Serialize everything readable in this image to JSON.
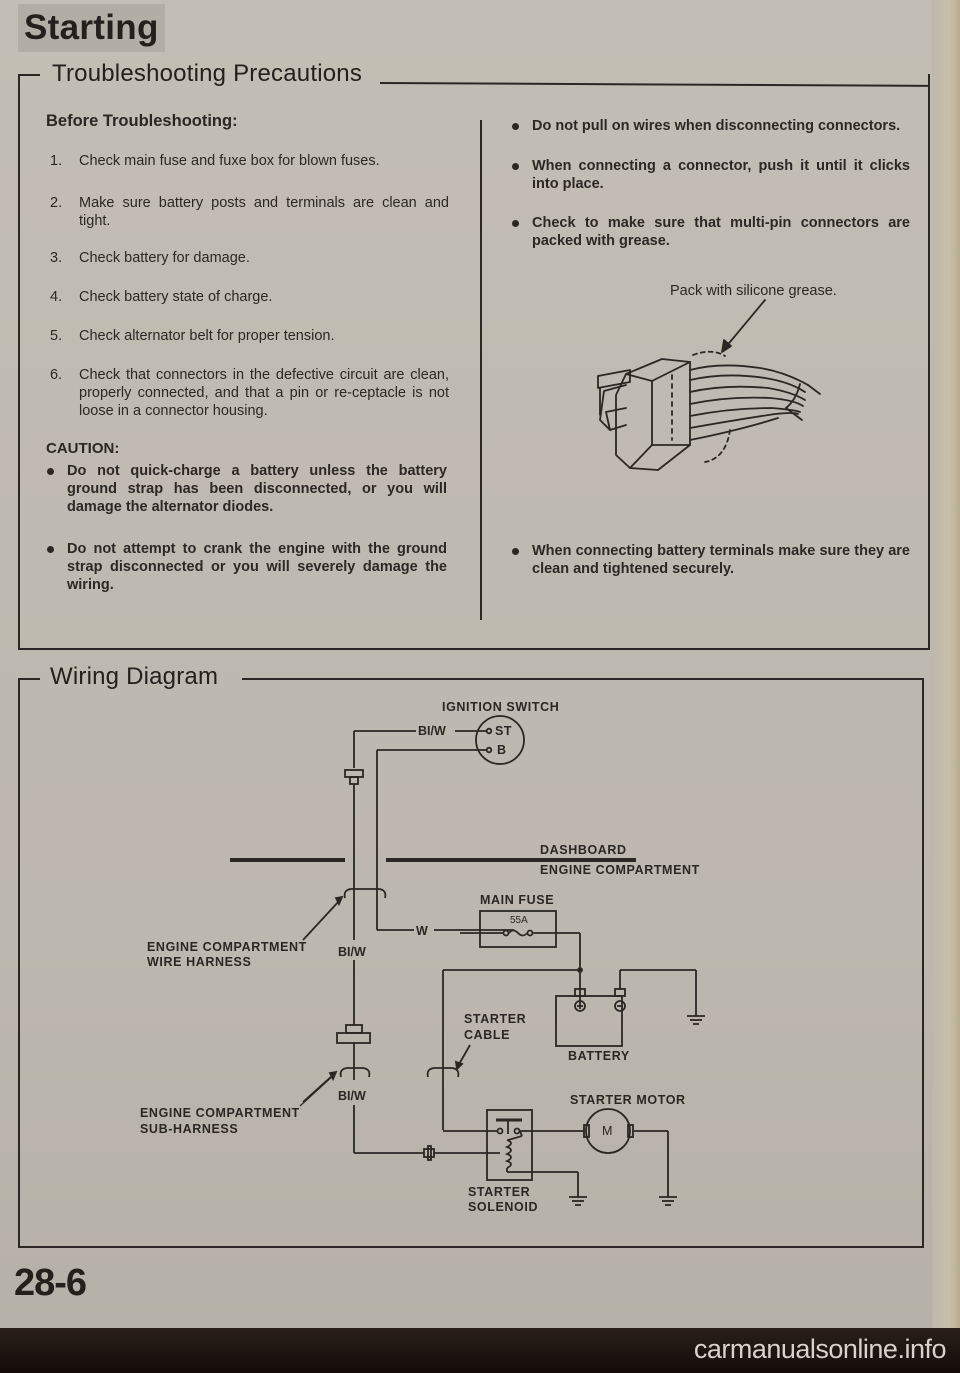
{
  "header": {
    "title": "Starting"
  },
  "precautions": {
    "section_title": "Troubleshooting Precautions",
    "before_heading": "Before Troubleshooting:",
    "steps": [
      {
        "num": "1.",
        "text": "Check main fuse and fuxe box for blown fuses."
      },
      {
        "num": "2.",
        "text": "Make sure battery posts and terminals are clean and tight."
      },
      {
        "num": "3.",
        "text": "Check battery for damage."
      },
      {
        "num": "4.",
        "text": "Check battery state of charge."
      },
      {
        "num": "5.",
        "text": "Check alternator belt for proper tension."
      },
      {
        "num": "6.",
        "text": "Check that connectors in the defective circuit are clean, properly connected, and that a pin or re-ceptacle is not loose in a connector housing."
      }
    ],
    "caution_heading": "CAUTION:",
    "cautions": [
      "Do not quick-charge a battery unless the battery ground strap has been disconnected, or you will damage the alternator diodes.",
      "Do not attempt to crank the engine with the ground strap disconnected or you will severely damage the wiring."
    ],
    "right_bullets": [
      "Do not pull on wires when disconnecting connectors.",
      "When connecting a connector, push it until it clicks into place.",
      "Check to make sure that multi-pin connectors are packed with grease."
    ],
    "figure_callout": "Pack with silicone grease.",
    "bottom_bullet": "When connecting battery terminals make sure they are clean and tightened securely."
  },
  "wiring": {
    "section_title": "Wiring Diagram",
    "labels": {
      "ignition_switch": "IGNITION SWITCH",
      "st": "ST",
      "b": "B",
      "blw_top": "BI/W",
      "dashboard": "DASHBOARD",
      "engine_compartment": "ENGINE COMPARTMENT",
      "main_fuse": "MAIN FUSE",
      "fuse_rating": "55A",
      "w": "W",
      "ecwh_line1": "ENGINE COMPARTMENT",
      "ecwh_line2": "WIRE HARNESS",
      "blw_mid": "BI/W",
      "starter_cable_line1": "STARTER",
      "starter_cable_line2": "CABLE",
      "battery": "BATTERY",
      "plus": "+",
      "minus": "−",
      "ecsh_line1": "ENGINE COMPARTMENT",
      "ecsh_line2": "SUB-HARNESS",
      "blw_low": "BI/W",
      "starter_motor": "STARTER MOTOR",
      "motor_m": "M",
      "solenoid_line1": "STARTER",
      "solenoid_line2": "SOLENOID"
    }
  },
  "footer": {
    "page_number": "28-6",
    "watermark": "carmanualsonline.info"
  },
  "colors": {
    "paper": "#c0bbb2",
    "ink": "#2a2724",
    "background_dark": "#1a120d"
  }
}
